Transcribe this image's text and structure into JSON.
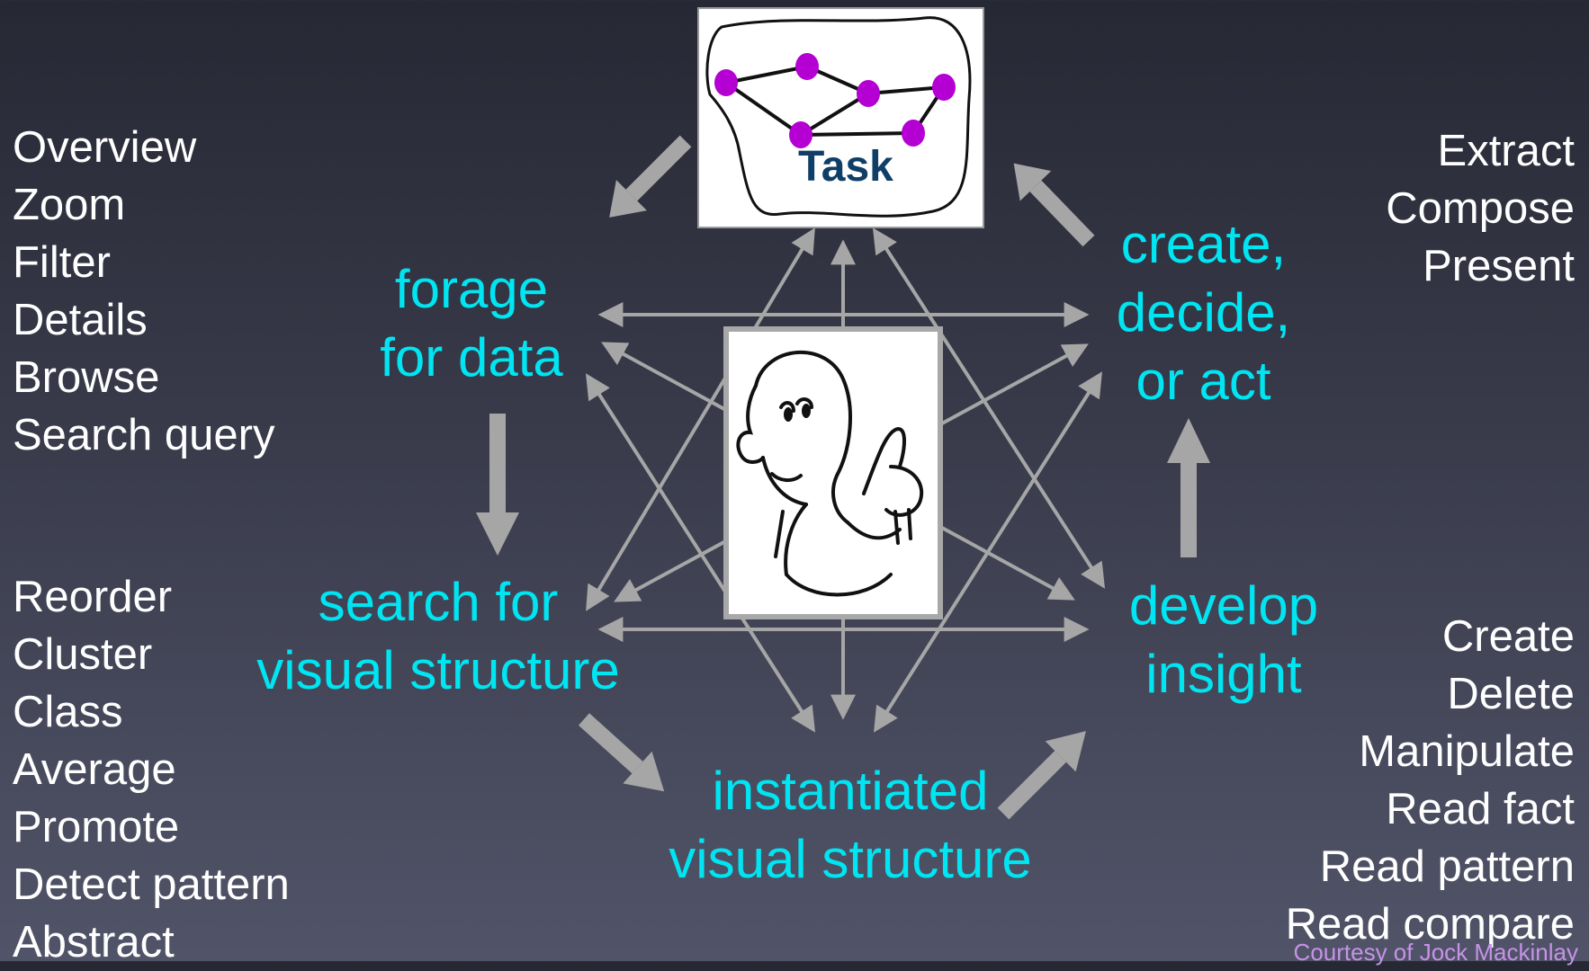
{
  "task_card": {
    "label": "Task",
    "icon": "task-graph-icon"
  },
  "center_card": {
    "icon": "thinking-person-icon"
  },
  "nodes": {
    "forage": [
      "forage",
      "for data"
    ],
    "search": [
      "search for",
      "visual structure"
    ],
    "instantiated": [
      "instantiated",
      "visual structure"
    ],
    "insight": [
      "develop",
      "insight"
    ],
    "create": [
      "create,",
      "decide,",
      "or act"
    ]
  },
  "lists": {
    "forage_ops": [
      "Overview",
      "Zoom",
      "Filter",
      "Details",
      "Browse",
      "Search query"
    ],
    "structure_ops": [
      "Reorder",
      "Cluster",
      "Class",
      "Average",
      "Promote",
      "Detect pattern",
      "Abstract"
    ],
    "act_ops": [
      "Extract",
      "Compose",
      "Present"
    ],
    "insight_ops": [
      "Create",
      "Delete",
      "Manipulate",
      "Read fact",
      "Read pattern",
      "Read compare"
    ]
  },
  "credit": "Courtesy of Jock Mackinlay",
  "colors": {
    "node_text": "#00e5f2",
    "list_text": "#ffffff",
    "arrow": "#a6a6a6",
    "graph_node": "#b400d2",
    "task_text": "#0f3e66"
  }
}
